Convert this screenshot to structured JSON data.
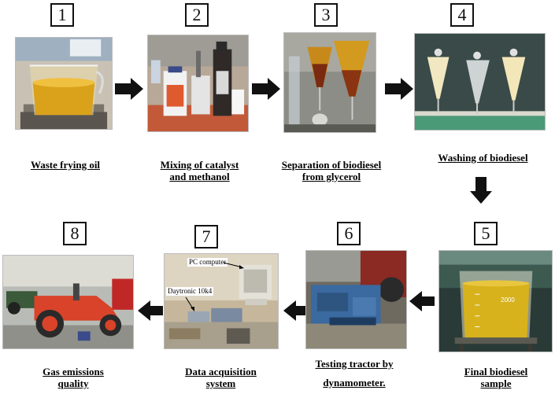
{
  "steps": [
    {
      "number": "1",
      "caption_lines": [
        "Waste frying oil"
      ]
    },
    {
      "number": "2",
      "caption_lines": [
        "Mixing of catalyst",
        "and methanol"
      ]
    },
    {
      "number": "3",
      "caption_lines": [
        "Separation of biodiesel",
        "from glycerol"
      ]
    },
    {
      "number": "4",
      "caption_lines": [
        "Washing of biodiesel"
      ]
    },
    {
      "number": "5",
      "caption_lines": [
        "Final biodiesel",
        "sample"
      ]
    },
    {
      "number": "6",
      "caption_lines": [
        "Testing tractor by",
        "dynamometer."
      ]
    },
    {
      "number": "7",
      "caption_lines": [
        "Data acquisition",
        "system"
      ]
    },
    {
      "number": "8",
      "caption_lines": [
        "Gas emissions",
        "quality"
      ]
    }
  ],
  "photo_labels": {
    "pc_computer": "PC computer",
    "daytronic": "Daytronic 10k4",
    "beaker_volume": "2000"
  },
  "colors": {
    "arrow": "#111111",
    "oil": "#d9a21a",
    "biodiesel": "#d7b21c",
    "tractor_red": "#d8432a"
  }
}
